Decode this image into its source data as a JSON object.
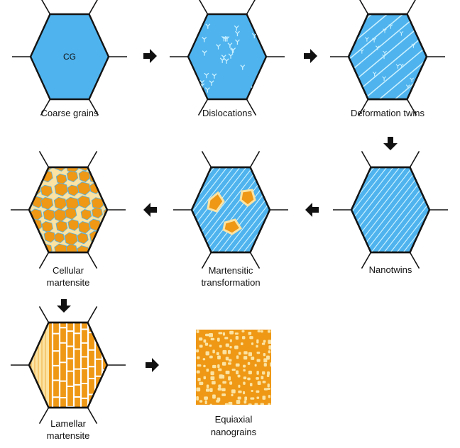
{
  "colors": {
    "grain_blue": "#4fb3ee",
    "outline": "#141414",
    "defect_light": "#c9f0ff",
    "martensite_orange": "#ee9816",
    "martensite_pale": "#fbe3a3",
    "arrow": "#111111"
  },
  "stages": [
    {
      "id": "coarse-grains",
      "caption": [
        "Coarse grains"
      ],
      "inner_label": "CG"
    },
    {
      "id": "dislocations",
      "caption": [
        "Dislocations"
      ]
    },
    {
      "id": "deformation-twins",
      "caption": [
        "Deformation twins"
      ]
    },
    {
      "id": "nanotwins",
      "caption": [
        "Nanotwins"
      ]
    },
    {
      "id": "martensitic-transformation",
      "caption": [
        "Martensitic",
        "transformation"
      ]
    },
    {
      "id": "cellular-martensite",
      "caption": [
        "Cellular",
        "martensite"
      ]
    },
    {
      "id": "lamellar-martensite",
      "caption": [
        "Lamellar",
        "martensite"
      ]
    },
    {
      "id": "equiaxial-nanograins",
      "caption": [
        "Equiaxial",
        "nanograins"
      ]
    }
  ],
  "arrows": [
    {
      "from": "coarse-grains",
      "to": "dislocations",
      "direction": "right"
    },
    {
      "from": "dislocations",
      "to": "deformation-twins",
      "direction": "right"
    },
    {
      "from": "deformation-twins",
      "to": "nanotwins",
      "direction": "down"
    },
    {
      "from": "nanotwins",
      "to": "martensitic-transformation",
      "direction": "left"
    },
    {
      "from": "martensitic-transformation",
      "to": "cellular-martensite",
      "direction": "left"
    },
    {
      "from": "cellular-martensite",
      "to": "lamellar-martensite",
      "direction": "down"
    },
    {
      "from": "lamellar-martensite",
      "to": "equiaxial-nanograins",
      "direction": "right"
    }
  ]
}
